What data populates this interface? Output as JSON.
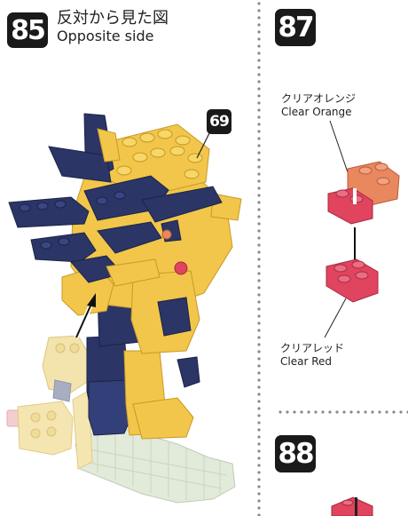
{
  "steps": {
    "s85": {
      "number": "85",
      "title_jp": "反対から見た図",
      "title_en": "Opposite side",
      "callout": "69"
    },
    "s87": {
      "number": "87"
    },
    "s88": {
      "number": "88"
    }
  },
  "parts": {
    "orange": {
      "name_jp": "クリアオレンジ",
      "name_en": "Clear Orange"
    },
    "red": {
      "name_jp": "クリアレッド",
      "name_en": "Clear Red"
    }
  },
  "colors": {
    "navy": "#2b3566",
    "yellow": "#f1c64a",
    "clear_orange": "#e9875e",
    "clear_red": "#e0445f",
    "ghost_yellow": "#f4e3a8",
    "ghost_green": "#dfe8d6"
  },
  "icons": [
    "down-arrow-icon",
    "up-arrow-icon"
  ]
}
